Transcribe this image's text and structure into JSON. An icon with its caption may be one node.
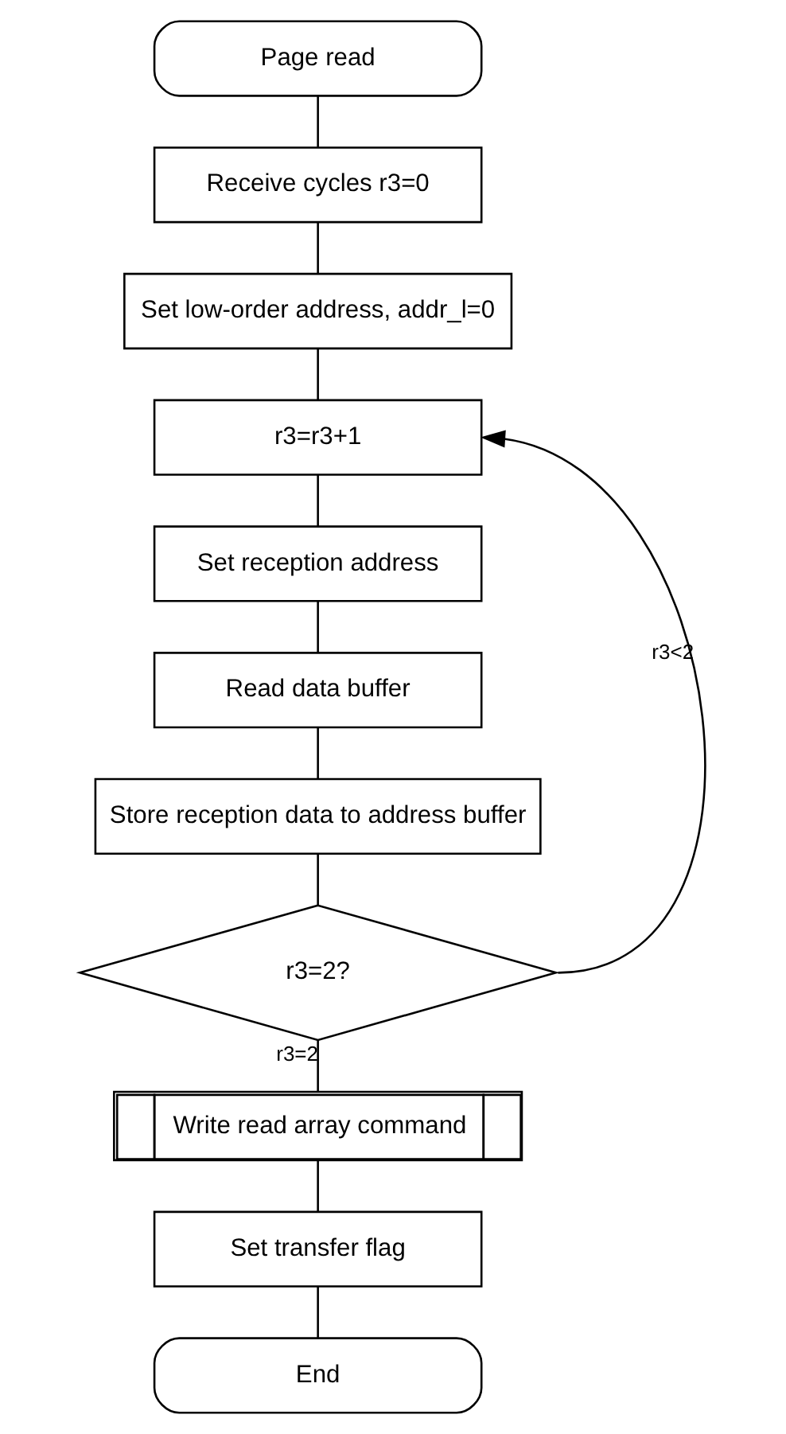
{
  "diagram": {
    "nodes": [
      {
        "text": [
          "Page read"
        ]
      },
      {
        "text": [
          "Receive cycles r3=0"
        ]
      },
      {
        "text": [
          "Set low-order address, addr_l=0"
        ]
      },
      {
        "text": [
          "r3=r3+1"
        ]
      },
      {
        "text": [
          "Set reception address"
        ]
      },
      {
        "text": [
          "Read data buffer"
        ]
      },
      {
        "text": [
          "Store reception data to address buffer"
        ]
      },
      {
        "text": [
          "r3=2?"
        ]
      },
      {
        "text": [
          "Write read array command"
        ]
      },
      {
        "text": [
          "Set transfer flag"
        ]
      },
      {
        "text": [
          "End"
        ]
      }
    ],
    "edges": [
      {
        "from": 0,
        "to": 1,
        "arrow": "none"
      },
      {
        "from": 1,
        "to": 2,
        "arrow": "none"
      },
      {
        "from": 2,
        "to": 3,
        "arrow": "none"
      },
      {
        "from": 3,
        "to": 4,
        "arrow": "none"
      },
      {
        "from": 4,
        "to": 5,
        "arrow": "none"
      },
      {
        "from": 5,
        "to": 6,
        "arrow": "none"
      },
      {
        "from": 6,
        "to": 7,
        "arrow": "none"
      },
      {
        "from": 7,
        "to": 3,
        "arrow": "to",
        "label": "r3<2"
      },
      {
        "from": 7,
        "to": 8,
        "arrow": "none",
        "label": "r3=2"
      },
      {
        "from": 8,
        "to": 9,
        "arrow": "none"
      },
      {
        "from": 9,
        "to": 10,
        "arrow": "none"
      }
    ]
  }
}
